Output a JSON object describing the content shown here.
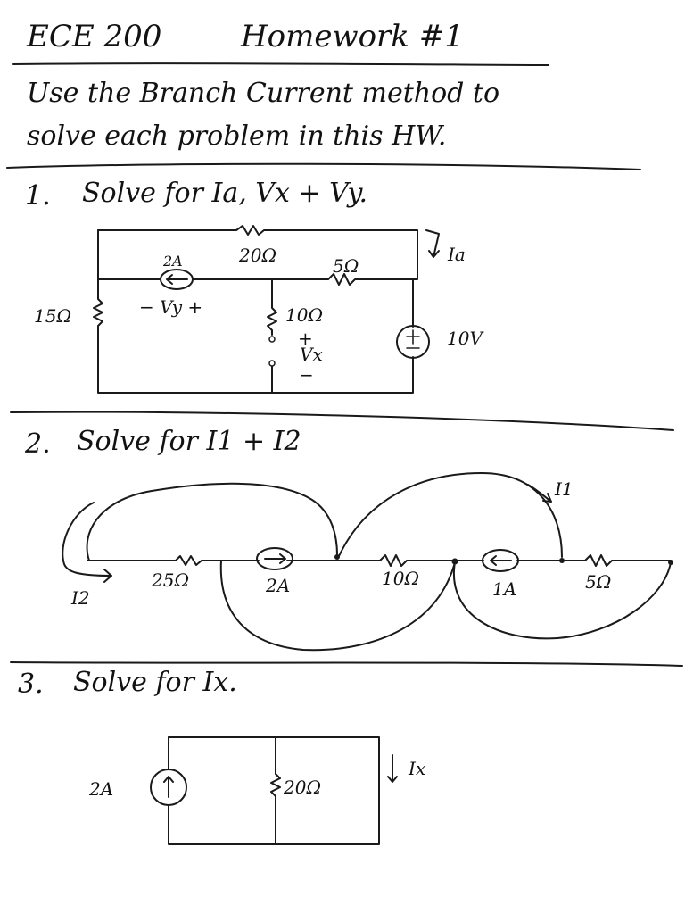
{
  "header": {
    "course": "ECE 200",
    "assignment": "Homework #1"
  },
  "instructions": {
    "line1": "Use the Branch Current method to",
    "line2": "solve each problem in this HW."
  },
  "problem1": {
    "number": "1.",
    "prompt": "Solve for Ia, Vx + Vy.",
    "labels": {
      "source_2a": "2A",
      "r20": "20Ω",
      "r5": "5Ω",
      "r15": "15Ω",
      "vy": "− Vy +",
      "r10": "10Ω",
      "vx_plus": "+",
      "vx": "Vx",
      "vx_minus": "−",
      "source_10v": "10V",
      "ia": "Ia"
    }
  },
  "problem2": {
    "number": "2.",
    "prompt": "Solve for I1 + I2",
    "labels": {
      "i1": "I1",
      "i2": "I2",
      "r25": "25Ω",
      "source_2a": "2A",
      "r10": "10Ω",
      "source_1a": "1A",
      "r5": "5Ω"
    }
  },
  "problem3": {
    "number": "3.",
    "prompt": "Solve for Ix.",
    "labels": {
      "source_2a": "2A",
      "r20": "20Ω",
      "ix": "Ix"
    }
  }
}
